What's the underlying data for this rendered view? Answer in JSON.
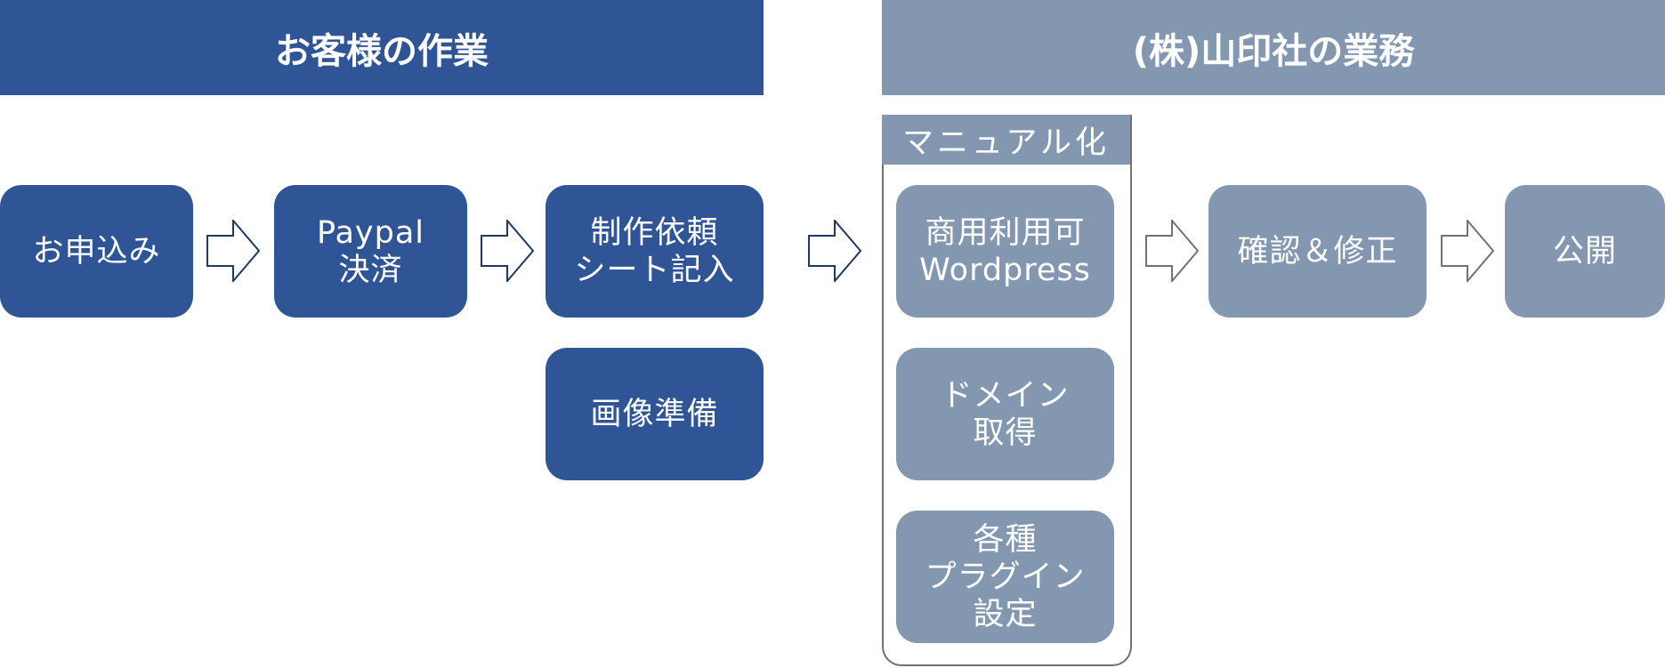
{
  "headers": {
    "customer": "お客様の作業",
    "company": "(株)山印社の業務"
  },
  "customer_steps": [
    {
      "label": "お申込み"
    },
    {
      "label": "Paypal\n決済"
    },
    {
      "label": "制作依頼\nシート記入"
    },
    {
      "label": "画像準備"
    }
  ],
  "manual_group": {
    "title": "マニュアル化",
    "items": [
      {
        "label": "商用利用可\nWordpress"
      },
      {
        "label": "ドメイン\n取得"
      },
      {
        "label": "各種\nプラグイン\n設定"
      }
    ]
  },
  "company_steps": [
    {
      "label": "確認＆修正"
    },
    {
      "label": "公開"
    }
  ],
  "icons": {
    "arrow": "right-arrow-outline"
  },
  "colors": {
    "customer": "#2f5597",
    "company": "#8497b0",
    "customer_arrow_stroke": "#1f3864",
    "company_arrow_stroke": "#767171"
  }
}
